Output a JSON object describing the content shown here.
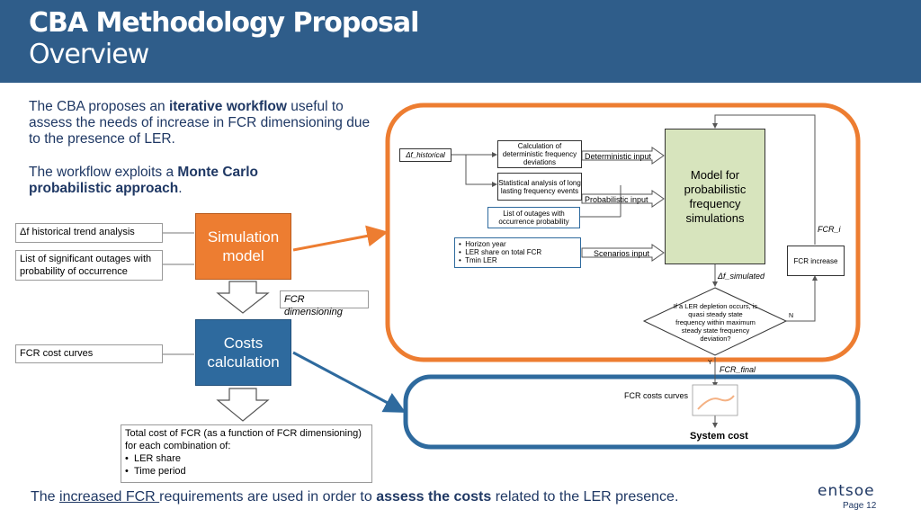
{
  "header": {
    "title_line1": "CBA Methodology Proposal",
    "title_line2": "Overview"
  },
  "intro": {
    "p1_a": "The CBA proposes an ",
    "p1_bold": "iterative workflow",
    "p1_b": " useful to assess the needs of increase in FCR dimensioning due to the presence of LER.",
    "p2_a": "The workflow exploits a ",
    "p2_bold": "Monte Carlo probabilistic approach",
    "p2_b": "."
  },
  "left_flow": {
    "input_trend": "Δf historical trend analysis",
    "input_outages": "List of significant outages with probability of occurrence",
    "simulation_model": "Simulation model",
    "fcr_dimensioning": "FCR dimensioning",
    "cost_curves_input": "FCR cost curves",
    "costs_calculation": "Costs calculation",
    "total_cost_title": "Total cost of FCR (as a function of FCR dimensioning) for each combination of:",
    "total_cost_items": [
      "LER share",
      "Time period"
    ]
  },
  "right_flow": {
    "df_historical": "Δf_historical",
    "calc_det": "Calculation of deterministic frequency deviations",
    "det_input": "Deterministic input",
    "stat_analysis": "Statistical analysis of long lasting frequency events",
    "prob_input": "Probabilistic input",
    "outages_list": "List of outages with occurrence probability",
    "scenario_items": [
      "Horizon year",
      "LER share on total FCR",
      "Tmin LER"
    ],
    "scenarios_input": "Scenarios input",
    "model": "Model for probabilistic frequency simulations",
    "fcr_i": "FCR_i",
    "fcr_increase": "FCR increase",
    "df_simulated": "Δf_simulated",
    "decision": "If a LER depletion occurs, is quasi steady state frequency within maximum steady state frequency deviation?",
    "yes": "Y",
    "no": "N",
    "fcr_final": "FCR_final",
    "fcr_costs_curves": "FCR  costs curves",
    "system_cost": "System cost"
  },
  "footer": {
    "a": "The ",
    "u": "increased FCR ",
    "b": "requirements are used in order to ",
    "bold": "assess the costs",
    "c": " related to the LER presence."
  },
  "logo": {
    "text": "entsoe",
    "page": "Page 12"
  },
  "colors": {
    "header": "#2f5d8a",
    "orange": "#ed7d31",
    "blue": "#2e6a9e",
    "model": "#d7e4bd"
  }
}
